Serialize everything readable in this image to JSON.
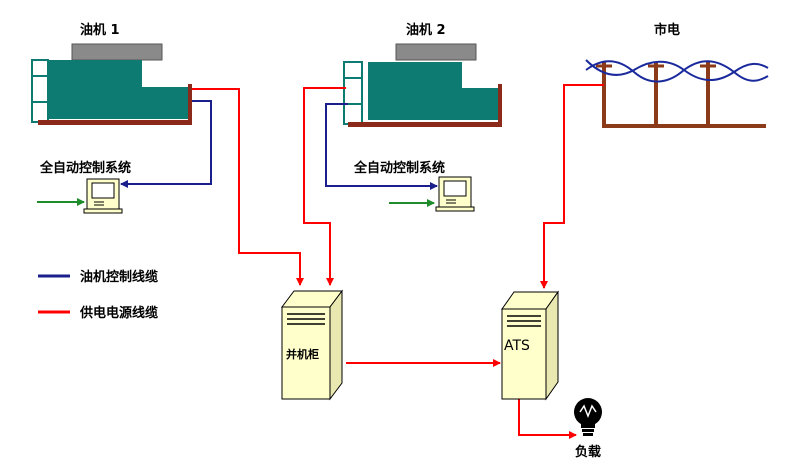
{
  "labels": {
    "gen1": "油机 1",
    "gen2": "油机 2",
    "grid": "市电",
    "ctrl1": "全自动控制系统",
    "ctrl2": "全自动控制系统",
    "parallel_cabinet": "并机柜",
    "ats": "ATS",
    "load": "负载"
  },
  "legend": [
    {
      "label": "油机控制线缆",
      "color": "#1a1f8c"
    },
    {
      "label": "供电电源线缆",
      "color": "#ff0000"
    }
  ],
  "colors": {
    "power_cable": "#ff0000",
    "control_cable": "#1a1f8c",
    "signal_arrow": "#1e8c2a",
    "generator_body": "#0e7b72",
    "generator_engine": "#8a8a8a",
    "generator_frame": "#8b2a1a",
    "grid_pole": "#8b3a1a",
    "grid_wire": "#1a2a9c",
    "cabinet_fill": "#ffffcc"
  }
}
